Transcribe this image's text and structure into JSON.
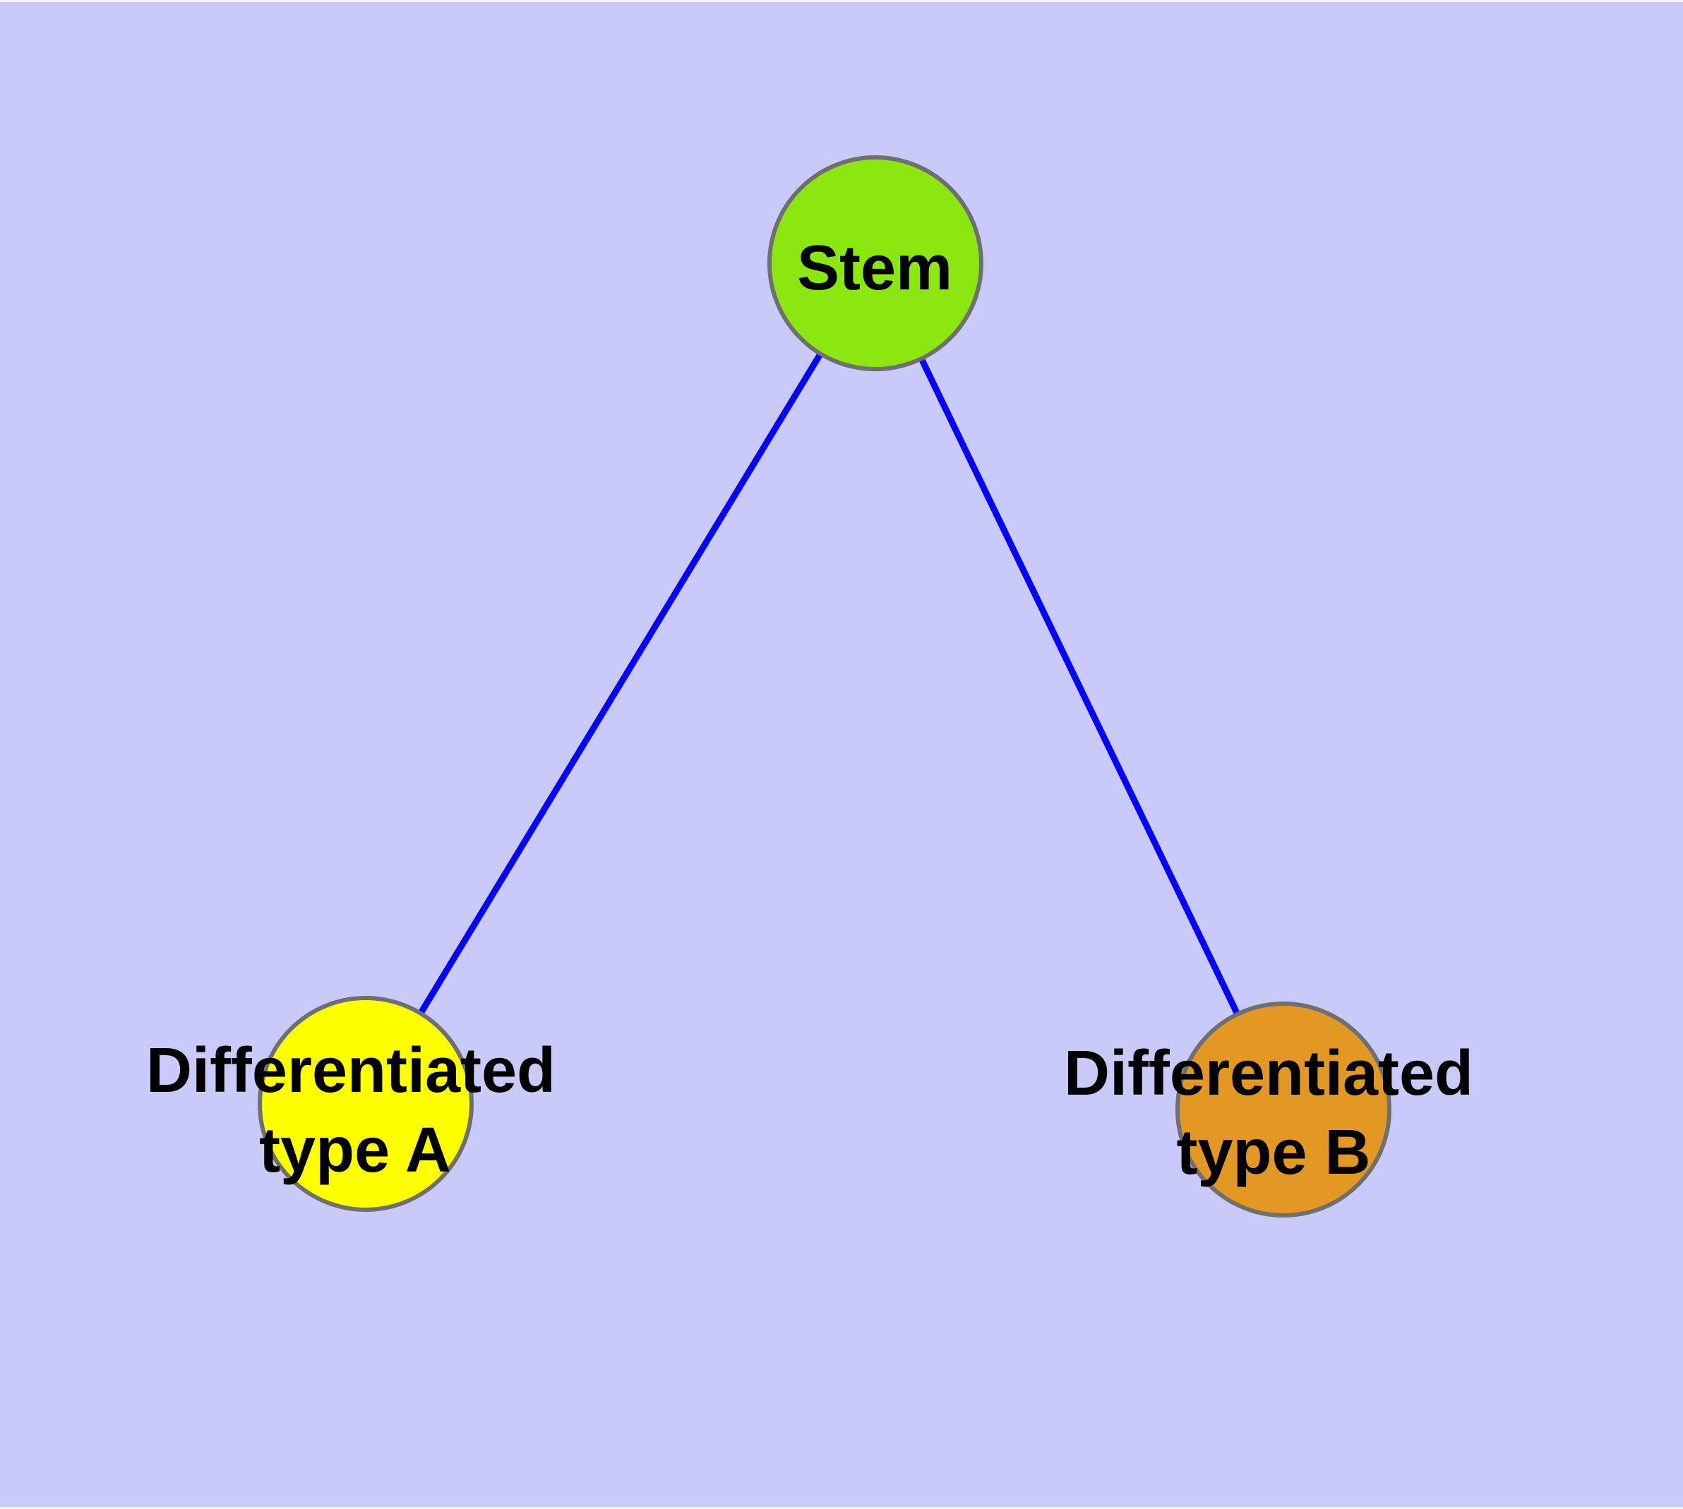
{
  "diagram": {
    "background_color": "#C9C9FA",
    "edge_color": "#0000FF",
    "node_border_color": "#6F6F6F",
    "text_color": "#000000",
    "nodes": [
      {
        "id": "stem",
        "label": "Stem",
        "lines": [
          "Stem"
        ],
        "fill": "#8CE60F"
      },
      {
        "id": "differentiated-type-a",
        "label": "Differentiated type A",
        "lines": [
          "Differentiated",
          "type A"
        ],
        "fill": "#FFFF00"
      },
      {
        "id": "differentiated-type-b",
        "label": "Differentiated type B",
        "lines": [
          "Differentiated",
          "type B"
        ],
        "fill": "#E39823"
      }
    ],
    "edges": [
      {
        "from": "stem",
        "to": "differentiated-type-a"
      },
      {
        "from": "stem",
        "to": "differentiated-type-b"
      }
    ]
  }
}
